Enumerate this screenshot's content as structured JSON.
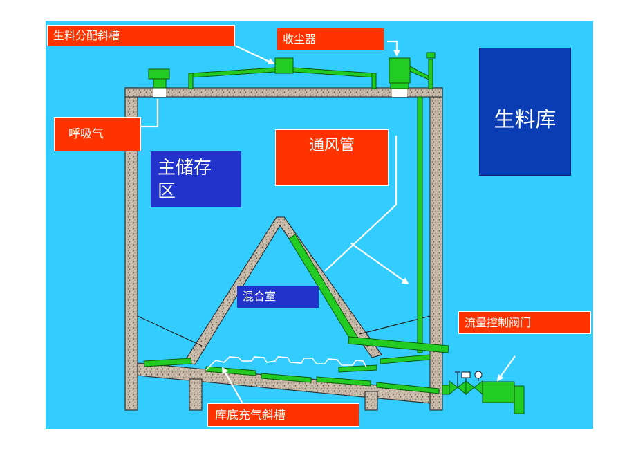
{
  "colors": {
    "background": "#33ccff",
    "concrete": "#c8b9a8",
    "pipe_green": "#22cc22",
    "label_red": "#ff3300",
    "label_blue": "#2233cc",
    "label_navy": "#0a3cb4"
  },
  "labels": {
    "distribution_chute": "生料分配斜槽",
    "dust_collector": "收尘器",
    "breather": "呼吸气",
    "vent_pipe": "通风管",
    "silo_title": "生料库",
    "main_storage_line1": "主储存",
    "main_storage_line2": "区",
    "mixing_chamber": "混合室",
    "flow_control_valve": "流量控制阀门",
    "bottom_aeration_chute": "库底充气斜槽"
  }
}
